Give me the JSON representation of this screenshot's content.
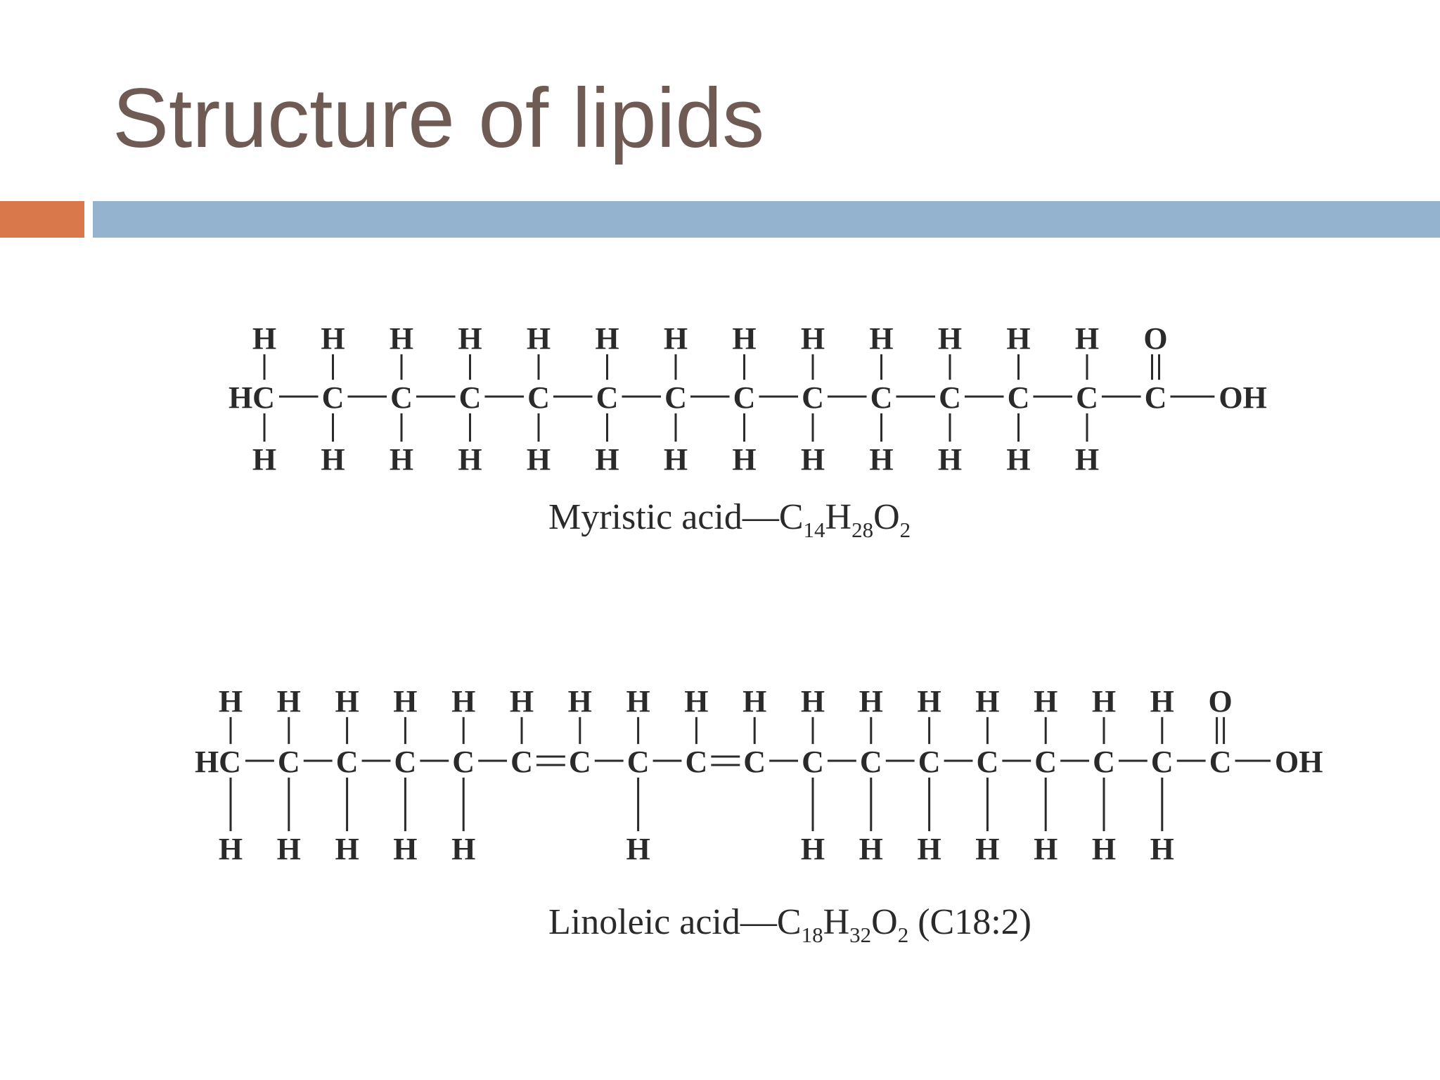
{
  "slide": {
    "title": "Structure of lipids",
    "colors": {
      "title": "#6f5b53",
      "accent_orange": "#d9784a",
      "accent_blue": "#93b3cf",
      "ink": "#2a2a2a"
    }
  },
  "molecules": [
    {
      "id": "myristic",
      "caption_name": "Myristic acid—",
      "formula": [
        {
          "t": "C"
        },
        {
          "t": "14",
          "sub": true
        },
        {
          "t": "H"
        },
        {
          "t": "28",
          "sub": true
        },
        {
          "t": "O"
        },
        {
          "t": "2",
          "sub": true
        }
      ],
      "formula_suffix": "",
      "chain": [
        {
          "label": "HC",
          "top": "H",
          "bottom": "H",
          "bond_next": "single"
        },
        {
          "label": "C",
          "top": "H",
          "bottom": "H",
          "bond_next": "single"
        },
        {
          "label": "C",
          "top": "H",
          "bottom": "H",
          "bond_next": "single"
        },
        {
          "label": "C",
          "top": "H",
          "bottom": "H",
          "bond_next": "single"
        },
        {
          "label": "C",
          "top": "H",
          "bottom": "H",
          "bond_next": "single"
        },
        {
          "label": "C",
          "top": "H",
          "bottom": "H",
          "bond_next": "single"
        },
        {
          "label": "C",
          "top": "H",
          "bottom": "H",
          "bond_next": "single"
        },
        {
          "label": "C",
          "top": "H",
          "bottom": "H",
          "bond_next": "single"
        },
        {
          "label": "C",
          "top": "H",
          "bottom": "H",
          "bond_next": "single"
        },
        {
          "label": "C",
          "top": "H",
          "bottom": "H",
          "bond_next": "single"
        },
        {
          "label": "C",
          "top": "H",
          "bottom": "H",
          "bond_next": "single"
        },
        {
          "label": "C",
          "top": "H",
          "bottom": "H",
          "bond_next": "single"
        },
        {
          "label": "C",
          "top": "H",
          "bottom": "H",
          "bond_next": "single"
        },
        {
          "label": "C",
          "top": "O",
          "top_bond": "double",
          "bottom": null,
          "bond_next": "single"
        },
        {
          "label": "OH",
          "top": null,
          "bottom": null
        }
      ]
    },
    {
      "id": "linoleic",
      "caption_name": "Linoleic acid—",
      "formula": [
        {
          "t": "C"
        },
        {
          "t": "18",
          "sub": true
        },
        {
          "t": "H"
        },
        {
          "t": "32",
          "sub": true
        },
        {
          "t": "O"
        },
        {
          "t": "2",
          "sub": true
        }
      ],
      "formula_suffix": " (C18:2)",
      "chain": [
        {
          "label": "HC",
          "top": "H",
          "bottom": "H",
          "bond_next": "single"
        },
        {
          "label": "C",
          "top": "H",
          "bottom": "H",
          "bond_next": "single"
        },
        {
          "label": "C",
          "top": "H",
          "bottom": "H",
          "bond_next": "single"
        },
        {
          "label": "C",
          "top": "H",
          "bottom": "H",
          "bond_next": "single"
        },
        {
          "label": "C",
          "top": "H",
          "bottom": "H",
          "bond_next": "single"
        },
        {
          "label": "C",
          "top": "H",
          "bottom": null,
          "bond_next": "double"
        },
        {
          "label": "C",
          "top": "H",
          "bottom": null,
          "bond_next": "single"
        },
        {
          "label": "C",
          "top": "H",
          "bottom": "H",
          "bond_next": "single"
        },
        {
          "label": "C",
          "top": "H",
          "bottom": null,
          "bond_next": "double"
        },
        {
          "label": "C",
          "top": "H",
          "bottom": null,
          "bond_next": "single"
        },
        {
          "label": "C",
          "top": "H",
          "bottom": "H",
          "bond_next": "single"
        },
        {
          "label": "C",
          "top": "H",
          "bottom": "H",
          "bond_next": "single"
        },
        {
          "label": "C",
          "top": "H",
          "bottom": "H",
          "bond_next": "single"
        },
        {
          "label": "C",
          "top": "H",
          "bottom": "H",
          "bond_next": "single"
        },
        {
          "label": "C",
          "top": "H",
          "bottom": "H",
          "bond_next": "single"
        },
        {
          "label": "C",
          "top": "H",
          "bottom": "H",
          "bond_next": "single"
        },
        {
          "label": "C",
          "top": "H",
          "bottom": "H",
          "bond_next": "single"
        },
        {
          "label": "C",
          "top": "O",
          "top_bond": "double",
          "bottom": null,
          "bond_next": "single"
        },
        {
          "label": "OH",
          "top": null,
          "bottom": null
        }
      ]
    }
  ]
}
